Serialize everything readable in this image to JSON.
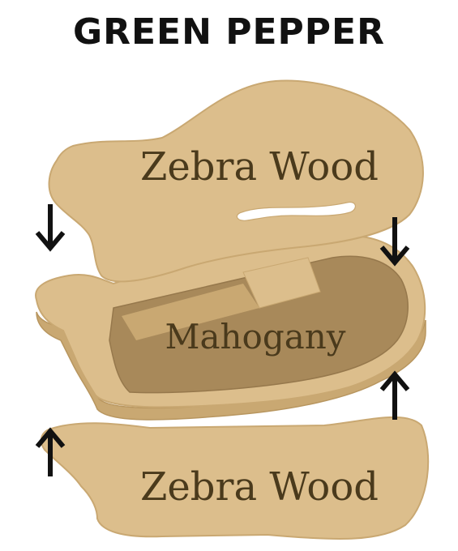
{
  "title": "GREEN PEPPER",
  "layers": {
    "top": "Zebra Wood",
    "middle": "Mahogany",
    "bottom": "Zebra Wood"
  },
  "icons": [
    "arrow-down-icon",
    "arrow-down-icon",
    "arrow-up-icon",
    "arrow-up-icon"
  ],
  "colors": {
    "wood_face": "#dcbe8c",
    "wood_edge": "#c9a872",
    "wood_inner": "#a8895a",
    "label": "#4a3a1c",
    "arrow": "#111111"
  }
}
